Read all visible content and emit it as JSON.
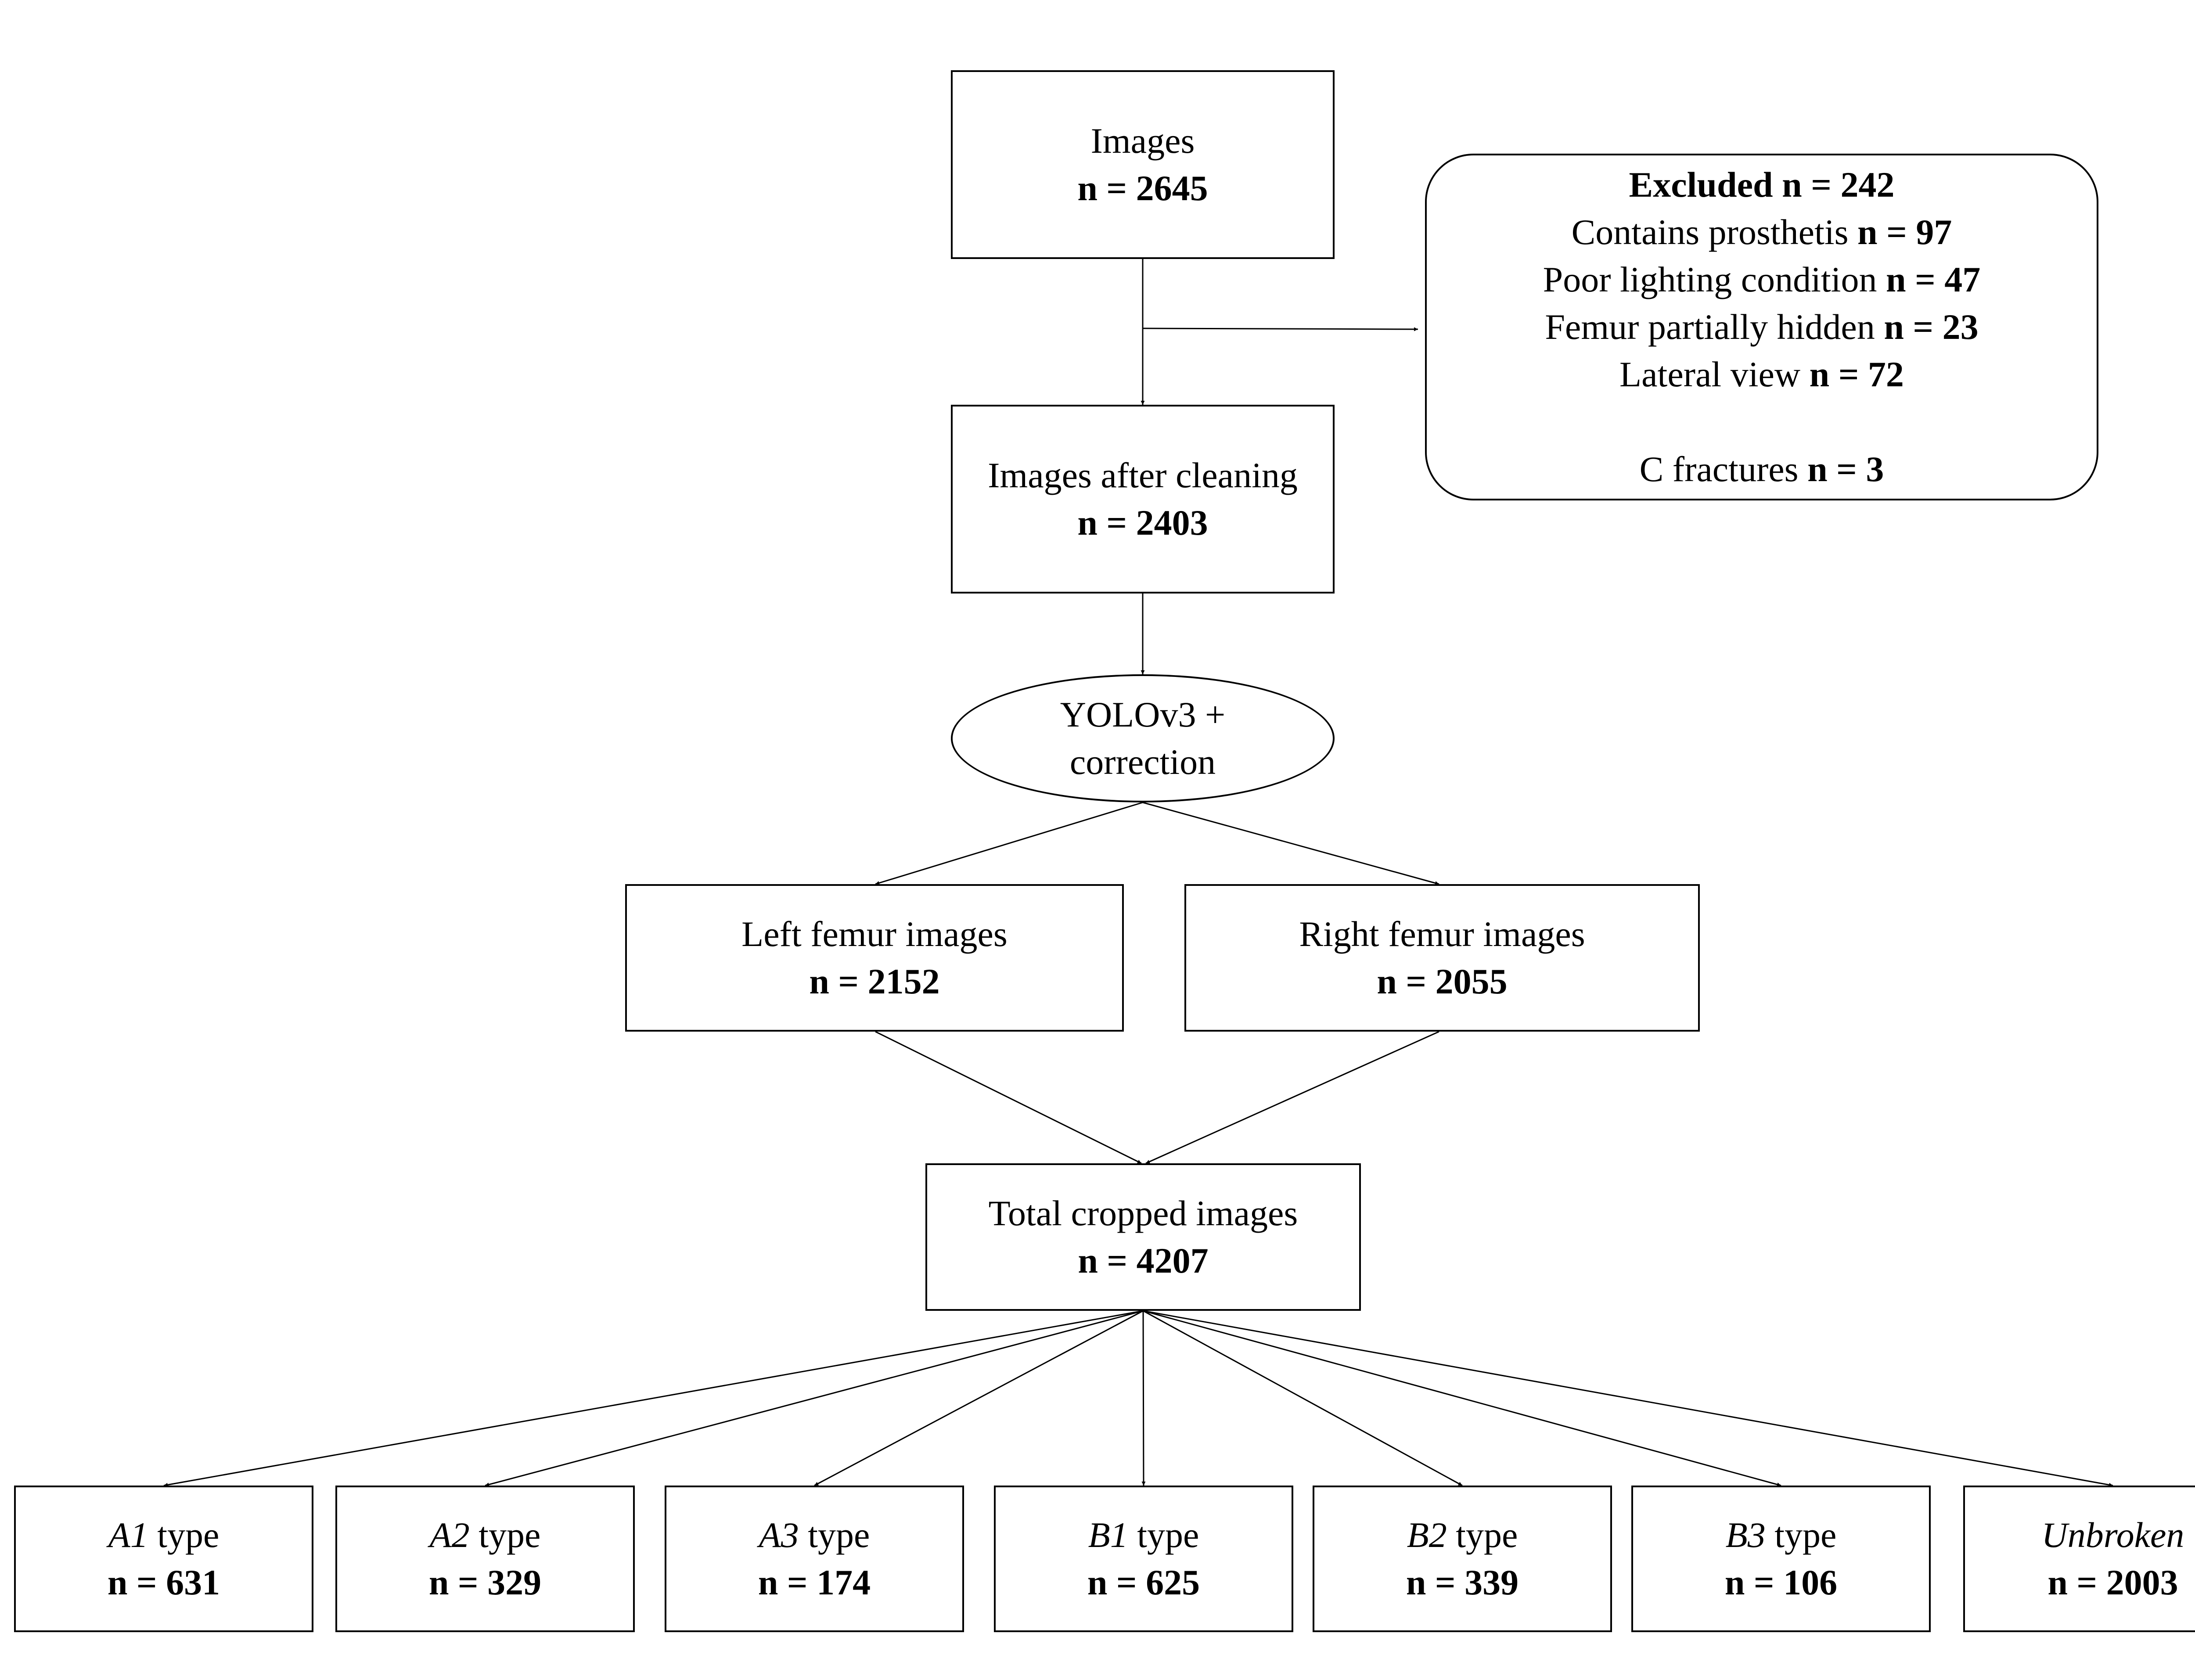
{
  "images": {
    "label": "Images",
    "count": "n = 2645"
  },
  "excluded": {
    "title": "Excluded n = 242",
    "reasons": [
      {
        "label": "Contains prosthetis",
        "count": "n = 97"
      },
      {
        "label": "Poor lighting condition",
        "count": "n = 47"
      },
      {
        "label": "Femur partially hidden",
        "count": "n = 23"
      },
      {
        "label": "Lateral view",
        "count": "n = 72"
      },
      {
        "label": "C fractures",
        "count": "n = 3"
      }
    ]
  },
  "cleaned": {
    "label": "Images after cleaning",
    "count": "n = 2403"
  },
  "detector": {
    "line1": "YOLOv3 +",
    "line2": "correction"
  },
  "left": {
    "label": "Left femur images",
    "count": "n = 2152"
  },
  "right": {
    "label": "Right femur images",
    "count": "n = 2055"
  },
  "total": {
    "label": "Total cropped images",
    "count": "n = 4207"
  },
  "classes": [
    {
      "name": "A1",
      "suffix": "type",
      "count": "n = 631"
    },
    {
      "name": "A2",
      "suffix": "type",
      "count": "n = 329"
    },
    {
      "name": "A3",
      "suffix": "type",
      "count": "n = 174"
    },
    {
      "name": "B1",
      "suffix": "type",
      "count": "n = 625"
    },
    {
      "name": "B2",
      "suffix": "type",
      "count": "n = 339"
    },
    {
      "name": "B3",
      "suffix": "type",
      "count": "n = 106"
    },
    {
      "name": "Unbroken",
      "suffix": "",
      "count": "n = 2003"
    }
  ]
}
